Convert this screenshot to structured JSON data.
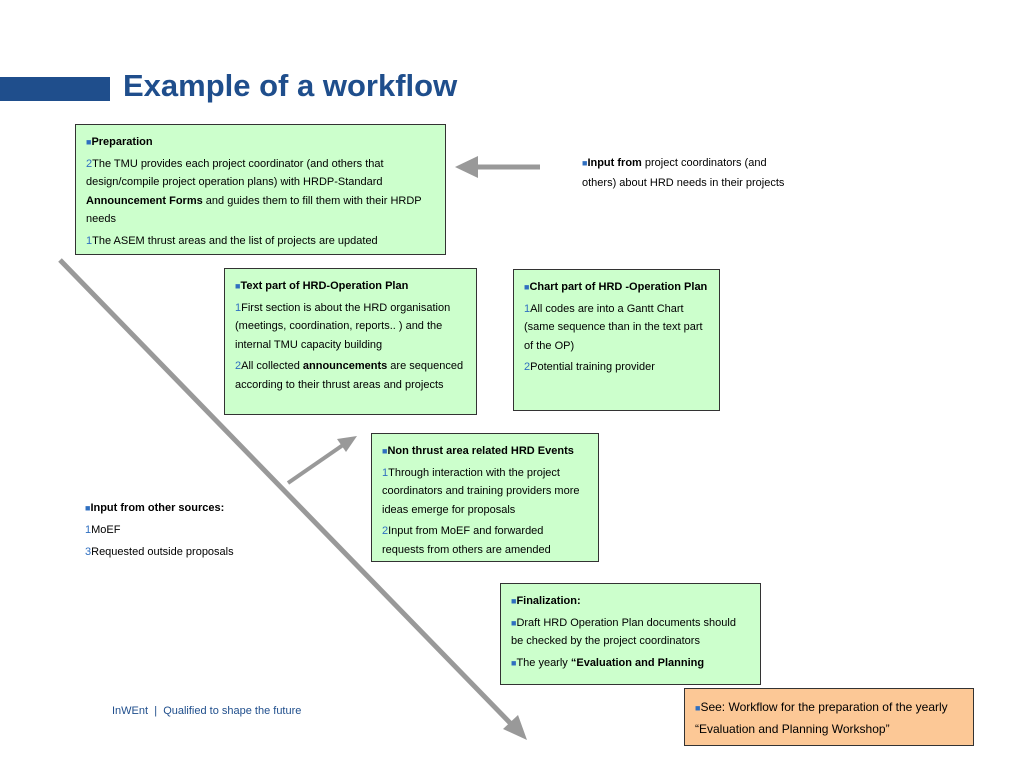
{
  "title": "Example of a workflow",
  "colors": {
    "title_blue": "#1f4e8c",
    "box_green": "#ccffcc",
    "box_orange": "#fcc896",
    "arrow_grey": "#999999"
  },
  "boxes": {
    "preparation": {
      "heading": "Preparation",
      "items": [
        {
          "num": "2",
          "text_a": "The TMU provides each project coordinator (and others that design/compile project operation plans) with HRDP-Standard ",
          "bold": "Announcement Forms",
          "text_b": " and guides them to fill them with their HRDP needs"
        },
        {
          "num": "1",
          "text": "The ASEM thrust areas and the list of projects are updated"
        }
      ]
    },
    "input_coordinators": {
      "bold": "Input from",
      "text": " project coordinators (and others) about HRD needs in their projects"
    },
    "text_part": {
      "heading": "Text part of HRD-Operation Plan",
      "items": [
        {
          "num": "1",
          "text": "First section is about the HRD organisation (meetings, coordination, reports.. ) and the internal TMU capacity building"
        },
        {
          "num": "2",
          "text_a": "All collected ",
          "bold": "announcements",
          "text_b": " are sequenced according to their thrust areas and projects"
        }
      ]
    },
    "chart_part": {
      "heading": "Chart part of HRD -Operation Plan",
      "items": [
        {
          "num": "1",
          "text": "All codes are into a Gantt Chart (same sequence than in the text part of the OP)"
        },
        {
          "num": "2",
          "text": "Potential training provider"
        }
      ]
    },
    "non_thrust": {
      "heading": "Non thrust area related HRD Events",
      "items": [
        {
          "num": "1",
          "text": "Through interaction with the project coordinators and training providers more ideas emerge for proposals"
        },
        {
          "num": "2",
          "text": "Input from MoEF and forwarded requests from others are amended"
        }
      ]
    },
    "input_other": {
      "heading": "Input from other sources:",
      "items": [
        {
          "num": "1",
          "text": "MoEF"
        },
        {
          "num": "3",
          "text": "Requested outside proposals"
        }
      ]
    },
    "finalization": {
      "heading": "Finalization:",
      "item1": "Draft HRD Operation Plan documents should be checked by the project coordinators",
      "item2_a": "The yearly ",
      "item2_bold": "“Evaluation and Planning"
    },
    "see_workflow": {
      "text": "See: Workflow for the preparation of the yearly “Evaluation and Planning Workshop”"
    }
  },
  "footer": {
    "brand": "InWEnt",
    "sep": "|",
    "tagline": "Qualified to shape the future"
  }
}
